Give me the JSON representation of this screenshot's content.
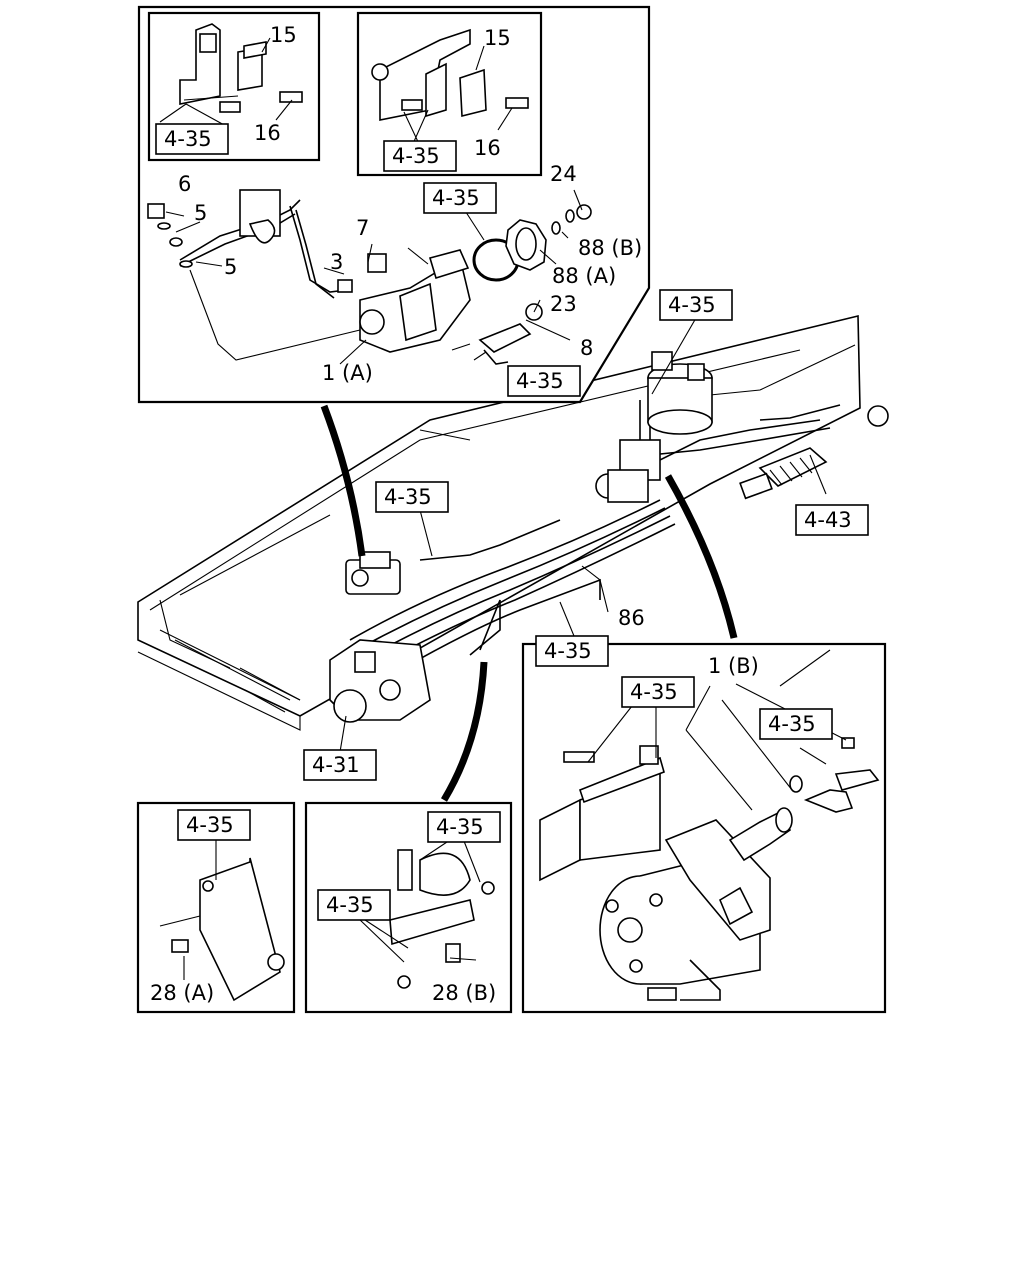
{
  "labels": {
    "ref_4_35": "4-35",
    "ref_4_31": "4-31",
    "ref_4_43": "4-43",
    "p15": "15",
    "p16": "16",
    "p6": "6",
    "p5": "5",
    "p7": "7",
    "p3": "3",
    "p24": "24",
    "p88b": "88 (B)",
    "p88a": "88 (A)",
    "p23": "23",
    "p8": "8",
    "p1a": "1 (A)",
    "p86": "86",
    "p1b": "1 (B)",
    "p28a": "28 (A)",
    "p28b": "28 (B)"
  }
}
